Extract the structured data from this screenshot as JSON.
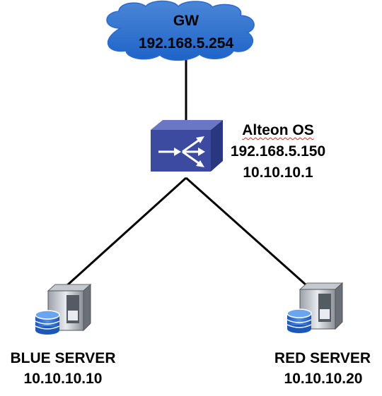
{
  "gateway": {
    "name": "GW",
    "ip": "192.168.5.254",
    "cloud_color": "#1e64c8",
    "cloud_edge_color": "#3c78c8"
  },
  "load_balancer": {
    "name": "Alteon OS",
    "ip_primary": "192.168.5.150",
    "ip_secondary": "10.10.10.1",
    "color": "#3c4aa0",
    "icon": "load-balancer-switch-icon"
  },
  "servers": [
    {
      "name": "BLUE SERVER",
      "ip": "10.10.10.10",
      "icon": "database-server-icon"
    },
    {
      "name": "RED SERVER",
      "ip": "10.10.10.20",
      "icon": "database-server-icon"
    }
  ],
  "links": [
    {
      "from": "gateway",
      "to": "load_balancer"
    },
    {
      "from": "load_balancer",
      "to": "blue_server"
    },
    {
      "from": "load_balancer",
      "to": "red_server"
    }
  ]
}
